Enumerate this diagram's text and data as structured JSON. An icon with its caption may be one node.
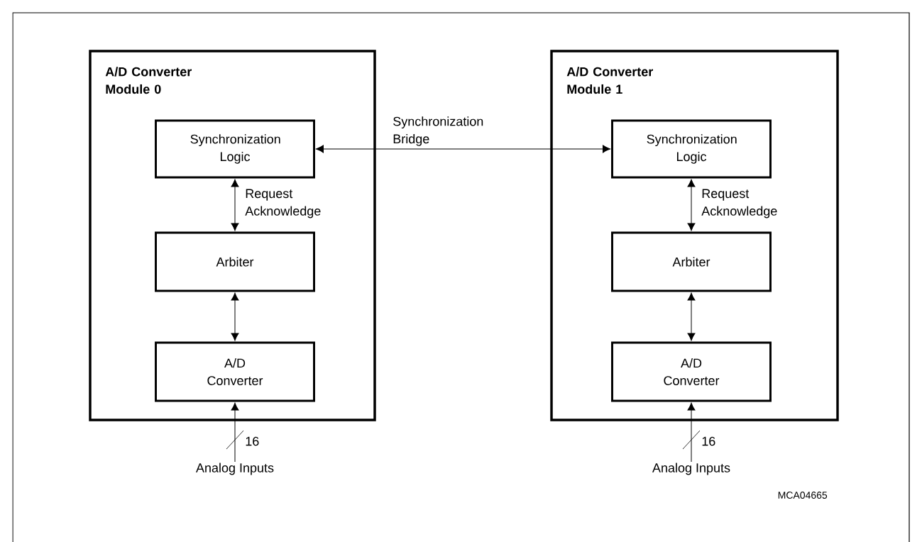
{
  "diagram": {
    "nodes": [
      {
        "text": [
          "A/D Converter Module 0"
        ]
      },
      {
        "text": [
          "Synchronization Logic"
        ],
        "in": 0
      },
      {
        "text": [
          "Arbiter"
        ],
        "in": 0
      },
      {
        "text": [
          "A/D Converter"
        ],
        "in": 0
      },
      {
        "text": [
          "Analog Inputs"
        ]
      },
      {
        "text": [
          "A/D Converter Module 1"
        ]
      },
      {
        "text": [
          "Synchronization Logic"
        ],
        "in": 5
      },
      {
        "text": [
          "Arbiter"
        ],
        "in": 5
      },
      {
        "text": [
          "A/D Converter"
        ],
        "in": 5
      },
      {
        "text": [
          "Analog Inputs"
        ]
      }
    ],
    "edges": [
      {
        "from": 1,
        "to": 6,
        "arrow": "both",
        "label": "Synchronization Bridge"
      },
      {
        "from": 1,
        "to": 2,
        "arrow": "both",
        "label": "Request Acknowledge"
      },
      {
        "from": 2,
        "to": 3,
        "arrow": "both"
      },
      {
        "from": 4,
        "to": 3,
        "arrow": "to",
        "label": "16"
      },
      {
        "from": 6,
        "to": 7,
        "arrow": "both",
        "label": "Request Acknowledge"
      },
      {
        "from": 7,
        "to": 8,
        "arrow": "both"
      },
      {
        "from": 9,
        "to": 8,
        "arrow": "to",
        "label": "16"
      }
    ],
    "labels": [
      "MCA04665"
    ]
  }
}
